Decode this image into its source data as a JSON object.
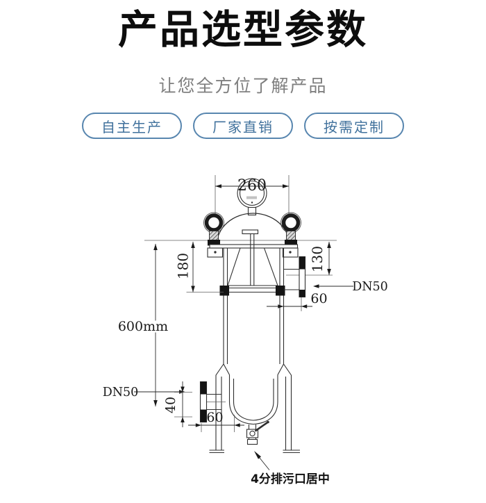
{
  "header": {
    "title": "产品选型参数",
    "subtitle": "让您全方位了解产品"
  },
  "badges": [
    {
      "label": "自主生产"
    },
    {
      "label": "厂家直销"
    },
    {
      "label": "按需定制"
    }
  ],
  "drawing": {
    "dimensions": {
      "top_width": "260",
      "upper_body_height": "180",
      "outlet_center_height": "130",
      "outlet_nozzle": "DN50",
      "outlet_offset": "60",
      "body_height": "600mm",
      "drain_nozzle": "DN50",
      "drain_vertical_offset": "40",
      "drain_horizontal_offset": "60",
      "drain_note": "4分排污口居中"
    }
  },
  "colors": {
    "accent_blue": "#5886af",
    "badge_text": "#40719c",
    "title_text": "#0d0d0d",
    "subtitle_text": "#7f7f7f",
    "drawing_line": "#2e2e2e"
  }
}
